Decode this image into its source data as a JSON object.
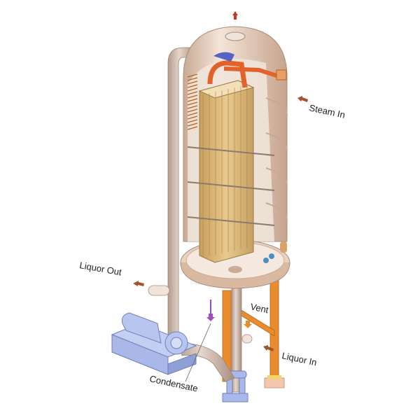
{
  "diagram": {
    "title": "Falling film plate evaporator",
    "labels": {
      "steam_in": "Steam In",
      "liquor_out": "Liquor Out",
      "vent": "Vent",
      "liquor_in": "Liquor In",
      "condensate": "Condensate"
    },
    "colors": {
      "vessel": "#e8d2c2",
      "vessel_shade": "#c9a994",
      "plates": "#d9b77a",
      "steam_pipe": "#e2622a",
      "legs": "#e98c2e",
      "pump": "#a9b8e8",
      "arrow": "#a2542a",
      "condensate_arrow": "#9a4fc0"
    }
  }
}
